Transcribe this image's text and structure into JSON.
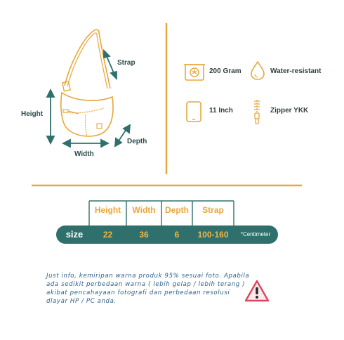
{
  "diagram": {
    "strap": "Strap",
    "height": "Height",
    "depth": "Depth",
    "width": "Width"
  },
  "specs": [
    {
      "icon": "scale-icon",
      "label": "200 Gram"
    },
    {
      "icon": "water-drop-icon",
      "label": "Water-resistant"
    },
    {
      "icon": "tablet-icon",
      "label": "11 Inch"
    },
    {
      "icon": "zipper-icon",
      "label": "Zipper YKK"
    }
  ],
  "table": {
    "headers": [
      "Height",
      "Width",
      "Depth",
      "Strap"
    ],
    "row_label": "size",
    "values": [
      "22",
      "36",
      "6",
      "100-160"
    ],
    "unit": "*Centimeter"
  },
  "note": "Just info, kemiripan warna produk 95% sesuai foto. Apabila ada sedikit perbedaan warna ( lebih gelap / lebih terang ) akibat pencahayaan fotografi dan perbedaan resolusi dlayar HP / PC anda.",
  "colors": {
    "orange": "#e8a73a",
    "teal": "#2f706c",
    "warning_red": "#d9485a",
    "note_blue": "#2f5f88"
  }
}
